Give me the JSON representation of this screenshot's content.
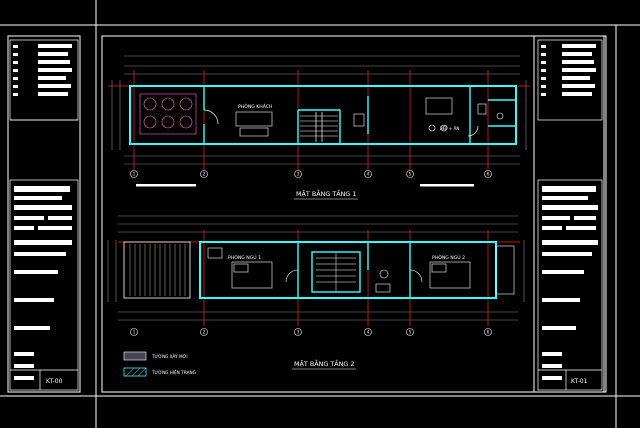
{
  "colors": {
    "background": "#000000",
    "line": "#ffffff",
    "wall": "#33ffff",
    "axis": "#ff2222",
    "dim": "#888888",
    "furniture": "#ff66cc"
  },
  "floor1": {
    "title": "MẶT BẰNG TẦNG 1",
    "rooms": {
      "living": "PHÒNG KHÁCH",
      "kitchen": "BẾP + ĂN"
    },
    "axes": [
      "1",
      "2",
      "3",
      "4",
      "5",
      "6"
    ]
  },
  "floor2": {
    "title": "MẶT BẰNG TẦNG 2",
    "rooms": {
      "bed1": "PHÒNG NGỦ 1",
      "bed2": "PHÒNG NGỦ 2"
    },
    "axes": [
      "1",
      "2",
      "3",
      "4",
      "5",
      "6"
    ]
  },
  "legend": {
    "new_wall": "TƯỜNG XÂY MỚI",
    "existing_wall": "TƯỜNG HIỆN TRẠNG"
  },
  "sheets": {
    "left_code": "KT-00",
    "right_code": "KT-01"
  }
}
